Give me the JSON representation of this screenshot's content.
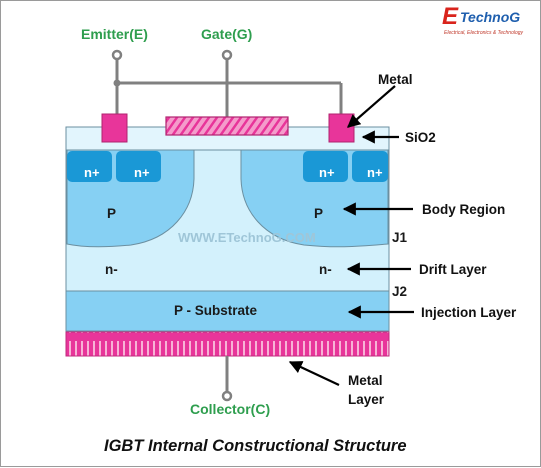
{
  "logo": {
    "text": "ETechnoG",
    "tagline": "Electrical, Electronics & Technology"
  },
  "terminals": {
    "emitter": "Emitter(E)",
    "gate": "Gate(G)",
    "collector": "Collector(C)"
  },
  "regions": {
    "n_plus": "n+",
    "p_body": "P",
    "n_minus": "n-",
    "p_substrate": "P - Substrate"
  },
  "junctions": {
    "j1": "J1",
    "j2": "J2"
  },
  "callouts": {
    "metal_top": "Metal",
    "sio2": "SiO2",
    "body_region": "Body Region",
    "drift_layer": "Drift Layer",
    "injection_layer": "Injection Layer",
    "metal_layer_line1": "Metal",
    "metal_layer_line2": "Layer"
  },
  "watermark": "WWW.ETechnoG.COM",
  "caption": "IGBT Internal Constructional Structure",
  "colors": {
    "green_label": "#2e9e4e",
    "metal_pink": "#e8359a",
    "body_blue": "#86d0f3",
    "drift_blue": "#d3f1fc",
    "n_plus_blue": "#1a98d6",
    "wire_gray": "#808080"
  }
}
